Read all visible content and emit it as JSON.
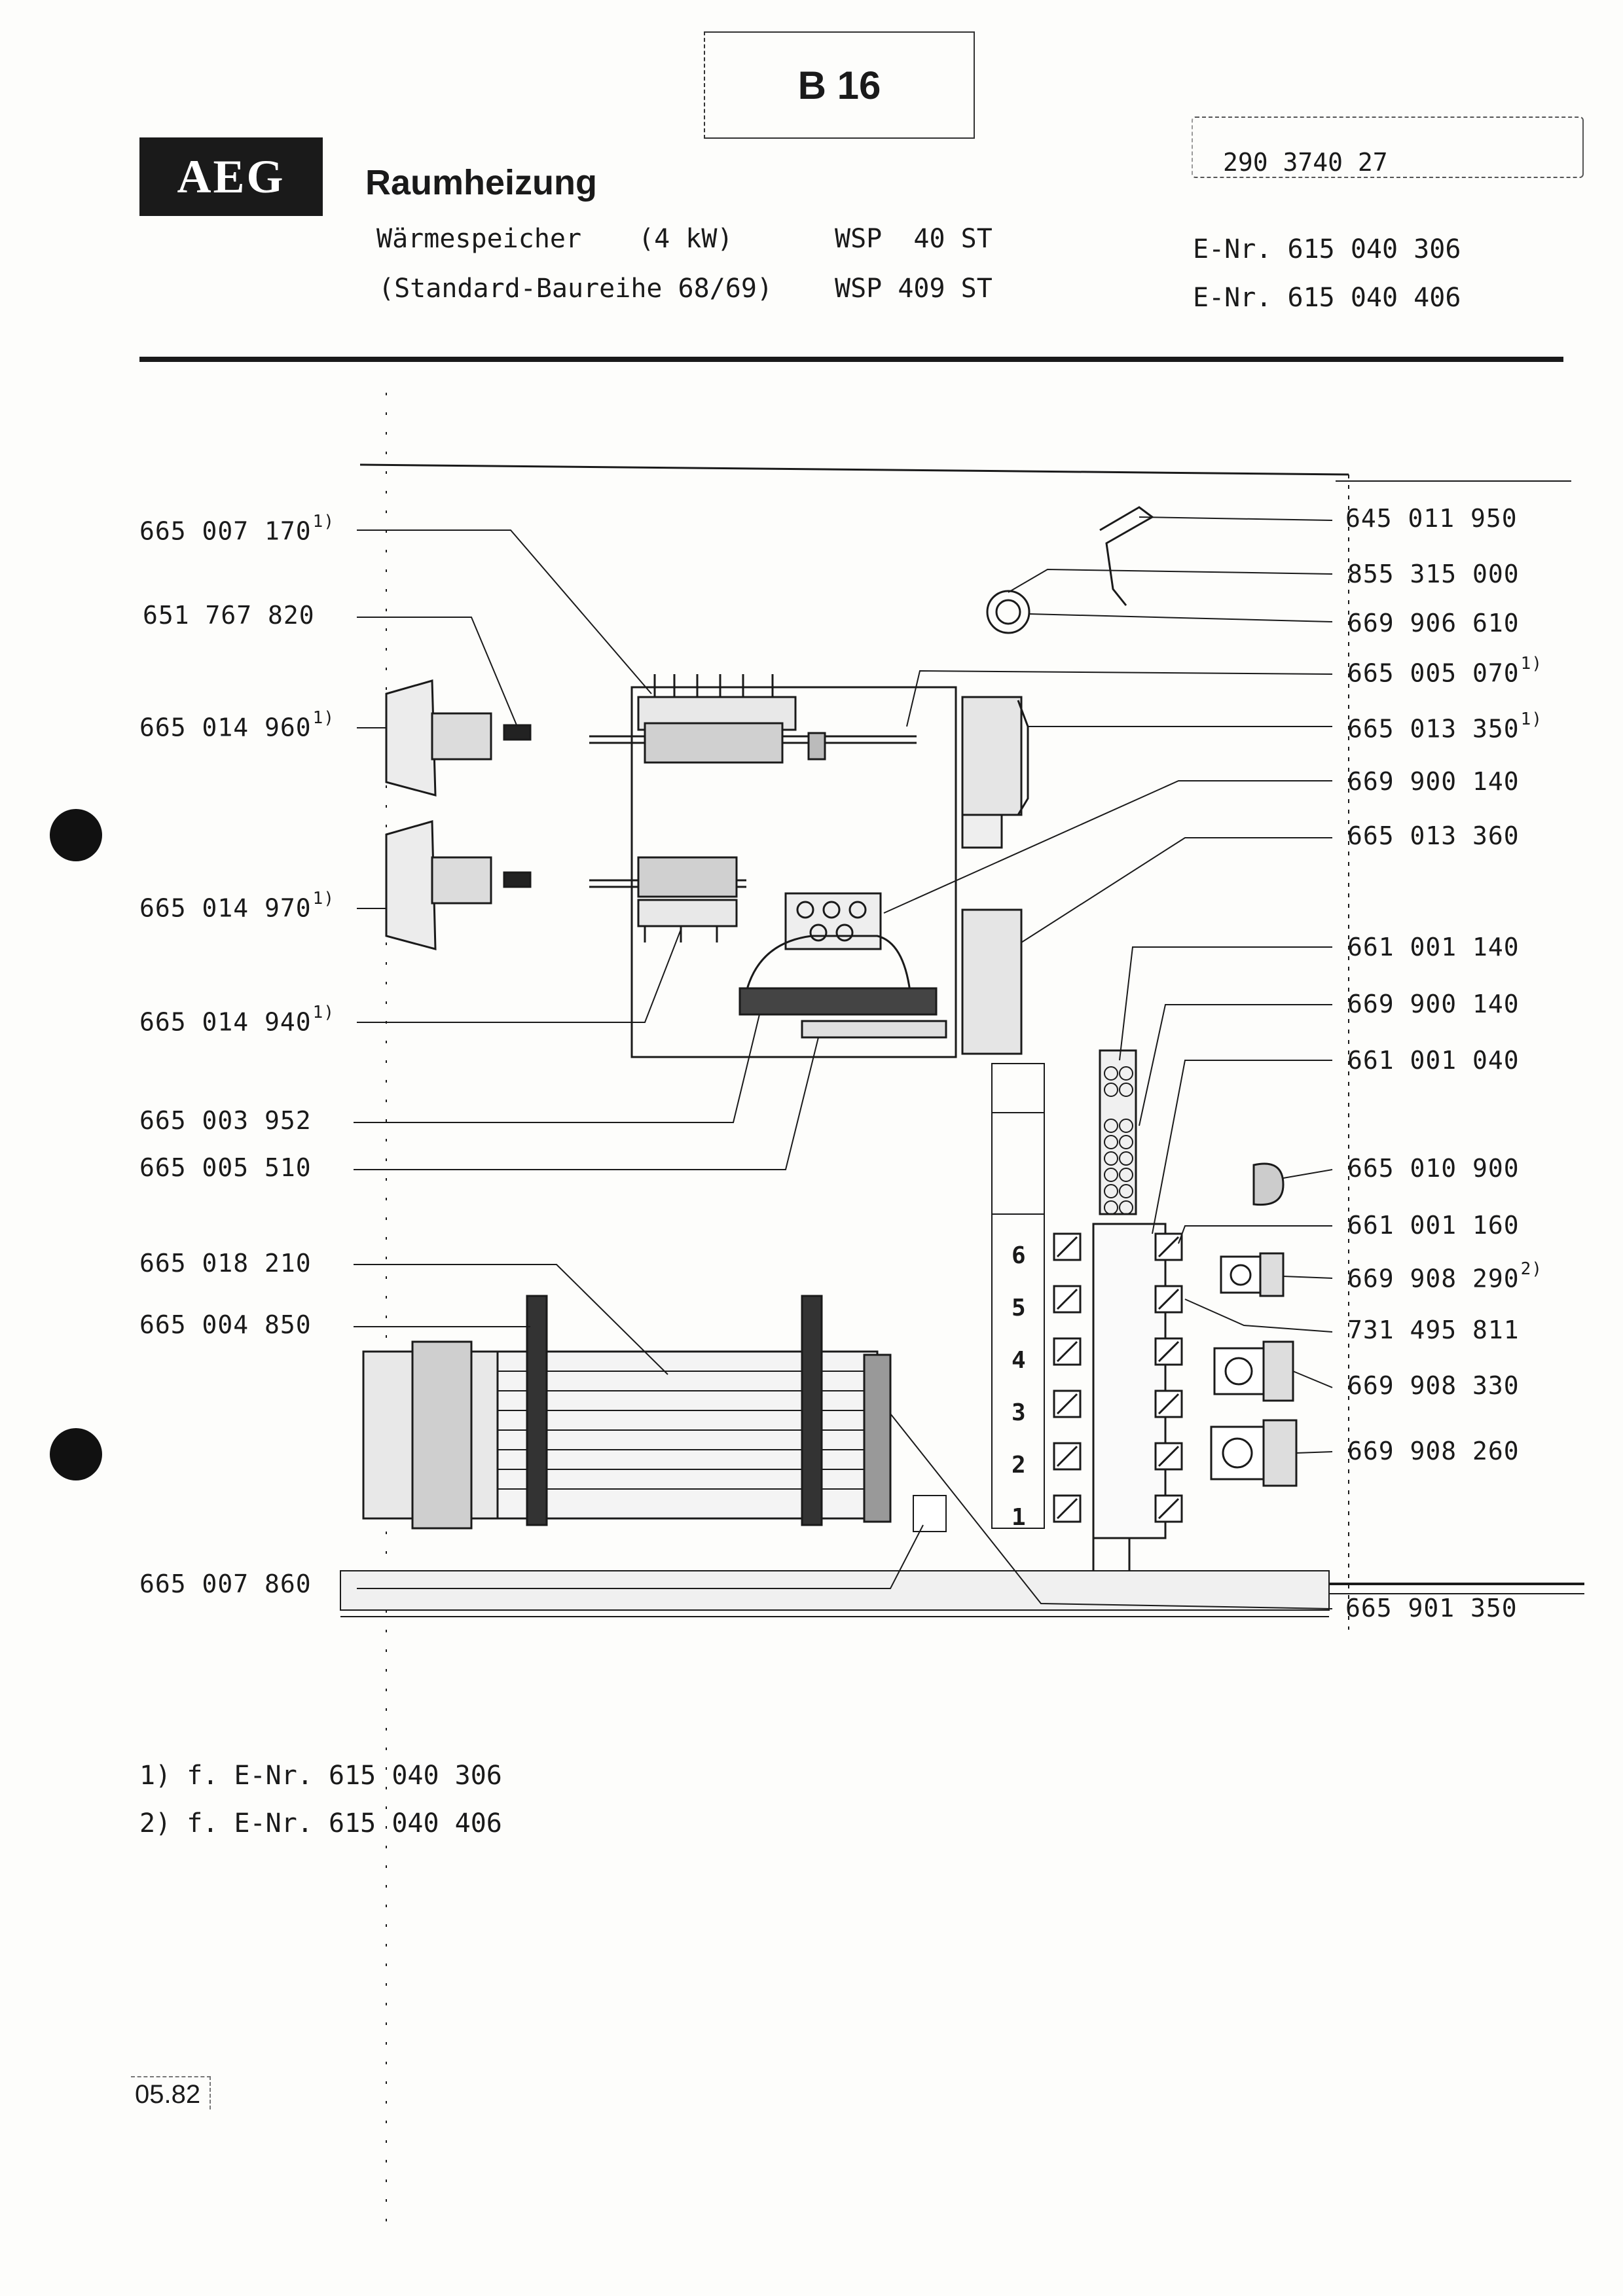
{
  "header": {
    "page_code": "B 16",
    "brand": "AEG",
    "title": "Raumheizung",
    "line1_product": "Wärmespeicher",
    "line1_rating": "(4 kW)",
    "line1_model": "WSP  40 ST",
    "line2_series": "(Standard-Baureihe 68/69)",
    "line2_model": "WSP 409 ST",
    "doc_number": "290 3740 27",
    "enr1": "E-Nr. 615 040 306",
    "enr2": "E-Nr. 615 040 406"
  },
  "parts_left": [
    {
      "number": "665 007 170",
      "note": "1)"
    },
    {
      "number": "651 767 820",
      "note": ""
    },
    {
      "number": "665 014 960",
      "note": "1)"
    },
    {
      "number": "665 014 970",
      "note": "1)"
    },
    {
      "number": "665 014 940",
      "note": "1)"
    },
    {
      "number": "665 003 952",
      "note": ""
    },
    {
      "number": "665 005 510",
      "note": ""
    },
    {
      "number": "665 018 210",
      "note": ""
    },
    {
      "number": "665 004 850",
      "note": ""
    },
    {
      "number": "665 007 860",
      "note": ""
    }
  ],
  "parts_right": [
    {
      "number": "645 011 950",
      "note": ""
    },
    {
      "number": "855 315 000",
      "note": ""
    },
    {
      "number": "669 906 610",
      "note": ""
    },
    {
      "number": "665 005 070",
      "note": "1)"
    },
    {
      "number": "665 013 350",
      "note": "1)"
    },
    {
      "number": "669 900 140",
      "note": ""
    },
    {
      "number": "665 013 360",
      "note": ""
    },
    {
      "number": "661 001 140",
      "note": ""
    },
    {
      "number": "669 900 140",
      "note": ""
    },
    {
      "number": "661 001 040",
      "note": ""
    },
    {
      "number": "665 010 900",
      "note": ""
    },
    {
      "number": "661 001 160",
      "note": ""
    },
    {
      "number": "669 908 290",
      "note": "2)"
    },
    {
      "number": "731 495 811",
      "note": ""
    },
    {
      "number": "669 908 330",
      "note": ""
    },
    {
      "number": "669 908 260",
      "note": ""
    },
    {
      "number": "665 901 350",
      "note": ""
    }
  ],
  "terminal_numbers": [
    "6",
    "5",
    "4",
    "3",
    "2",
    "1"
  ],
  "footnotes": [
    "1) f. E-Nr. 615 040 306",
    "2) f. E-Nr. 615 040 406"
  ],
  "date_stamp": "05.82"
}
